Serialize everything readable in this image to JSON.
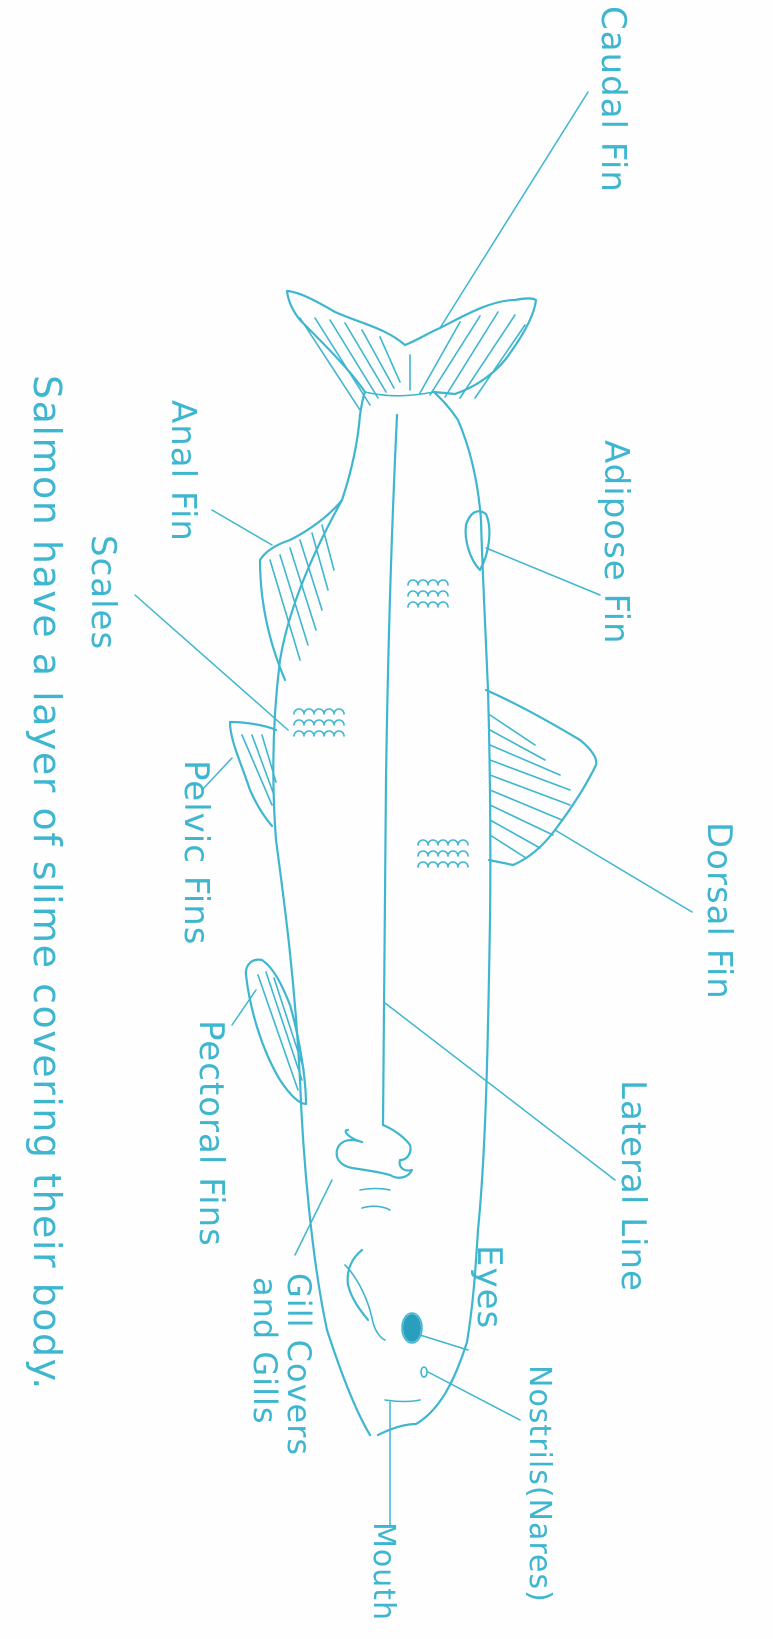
{
  "labels": {
    "caudal_fin": "Caudal Fin",
    "adipose_fin": "Adipose Fin",
    "dorsal_fin": "Dorsal Fin",
    "lateral_line": "Lateral Line",
    "eyes": "Eyes",
    "nostrils": "Nostrils(Nares)",
    "mouth": "Mouth",
    "gill_covers_line1": "Gill Covers",
    "gill_covers_line2": "and Gills",
    "pectoral_fins": "Pectoral Fins",
    "pelvic_fins": "Pelvic Fins",
    "scales": "Scales",
    "anal_fin": "Anal Fin"
  },
  "note": "Salmon have a layer of slime covering their body.",
  "ink_color": "#3fb6cf"
}
